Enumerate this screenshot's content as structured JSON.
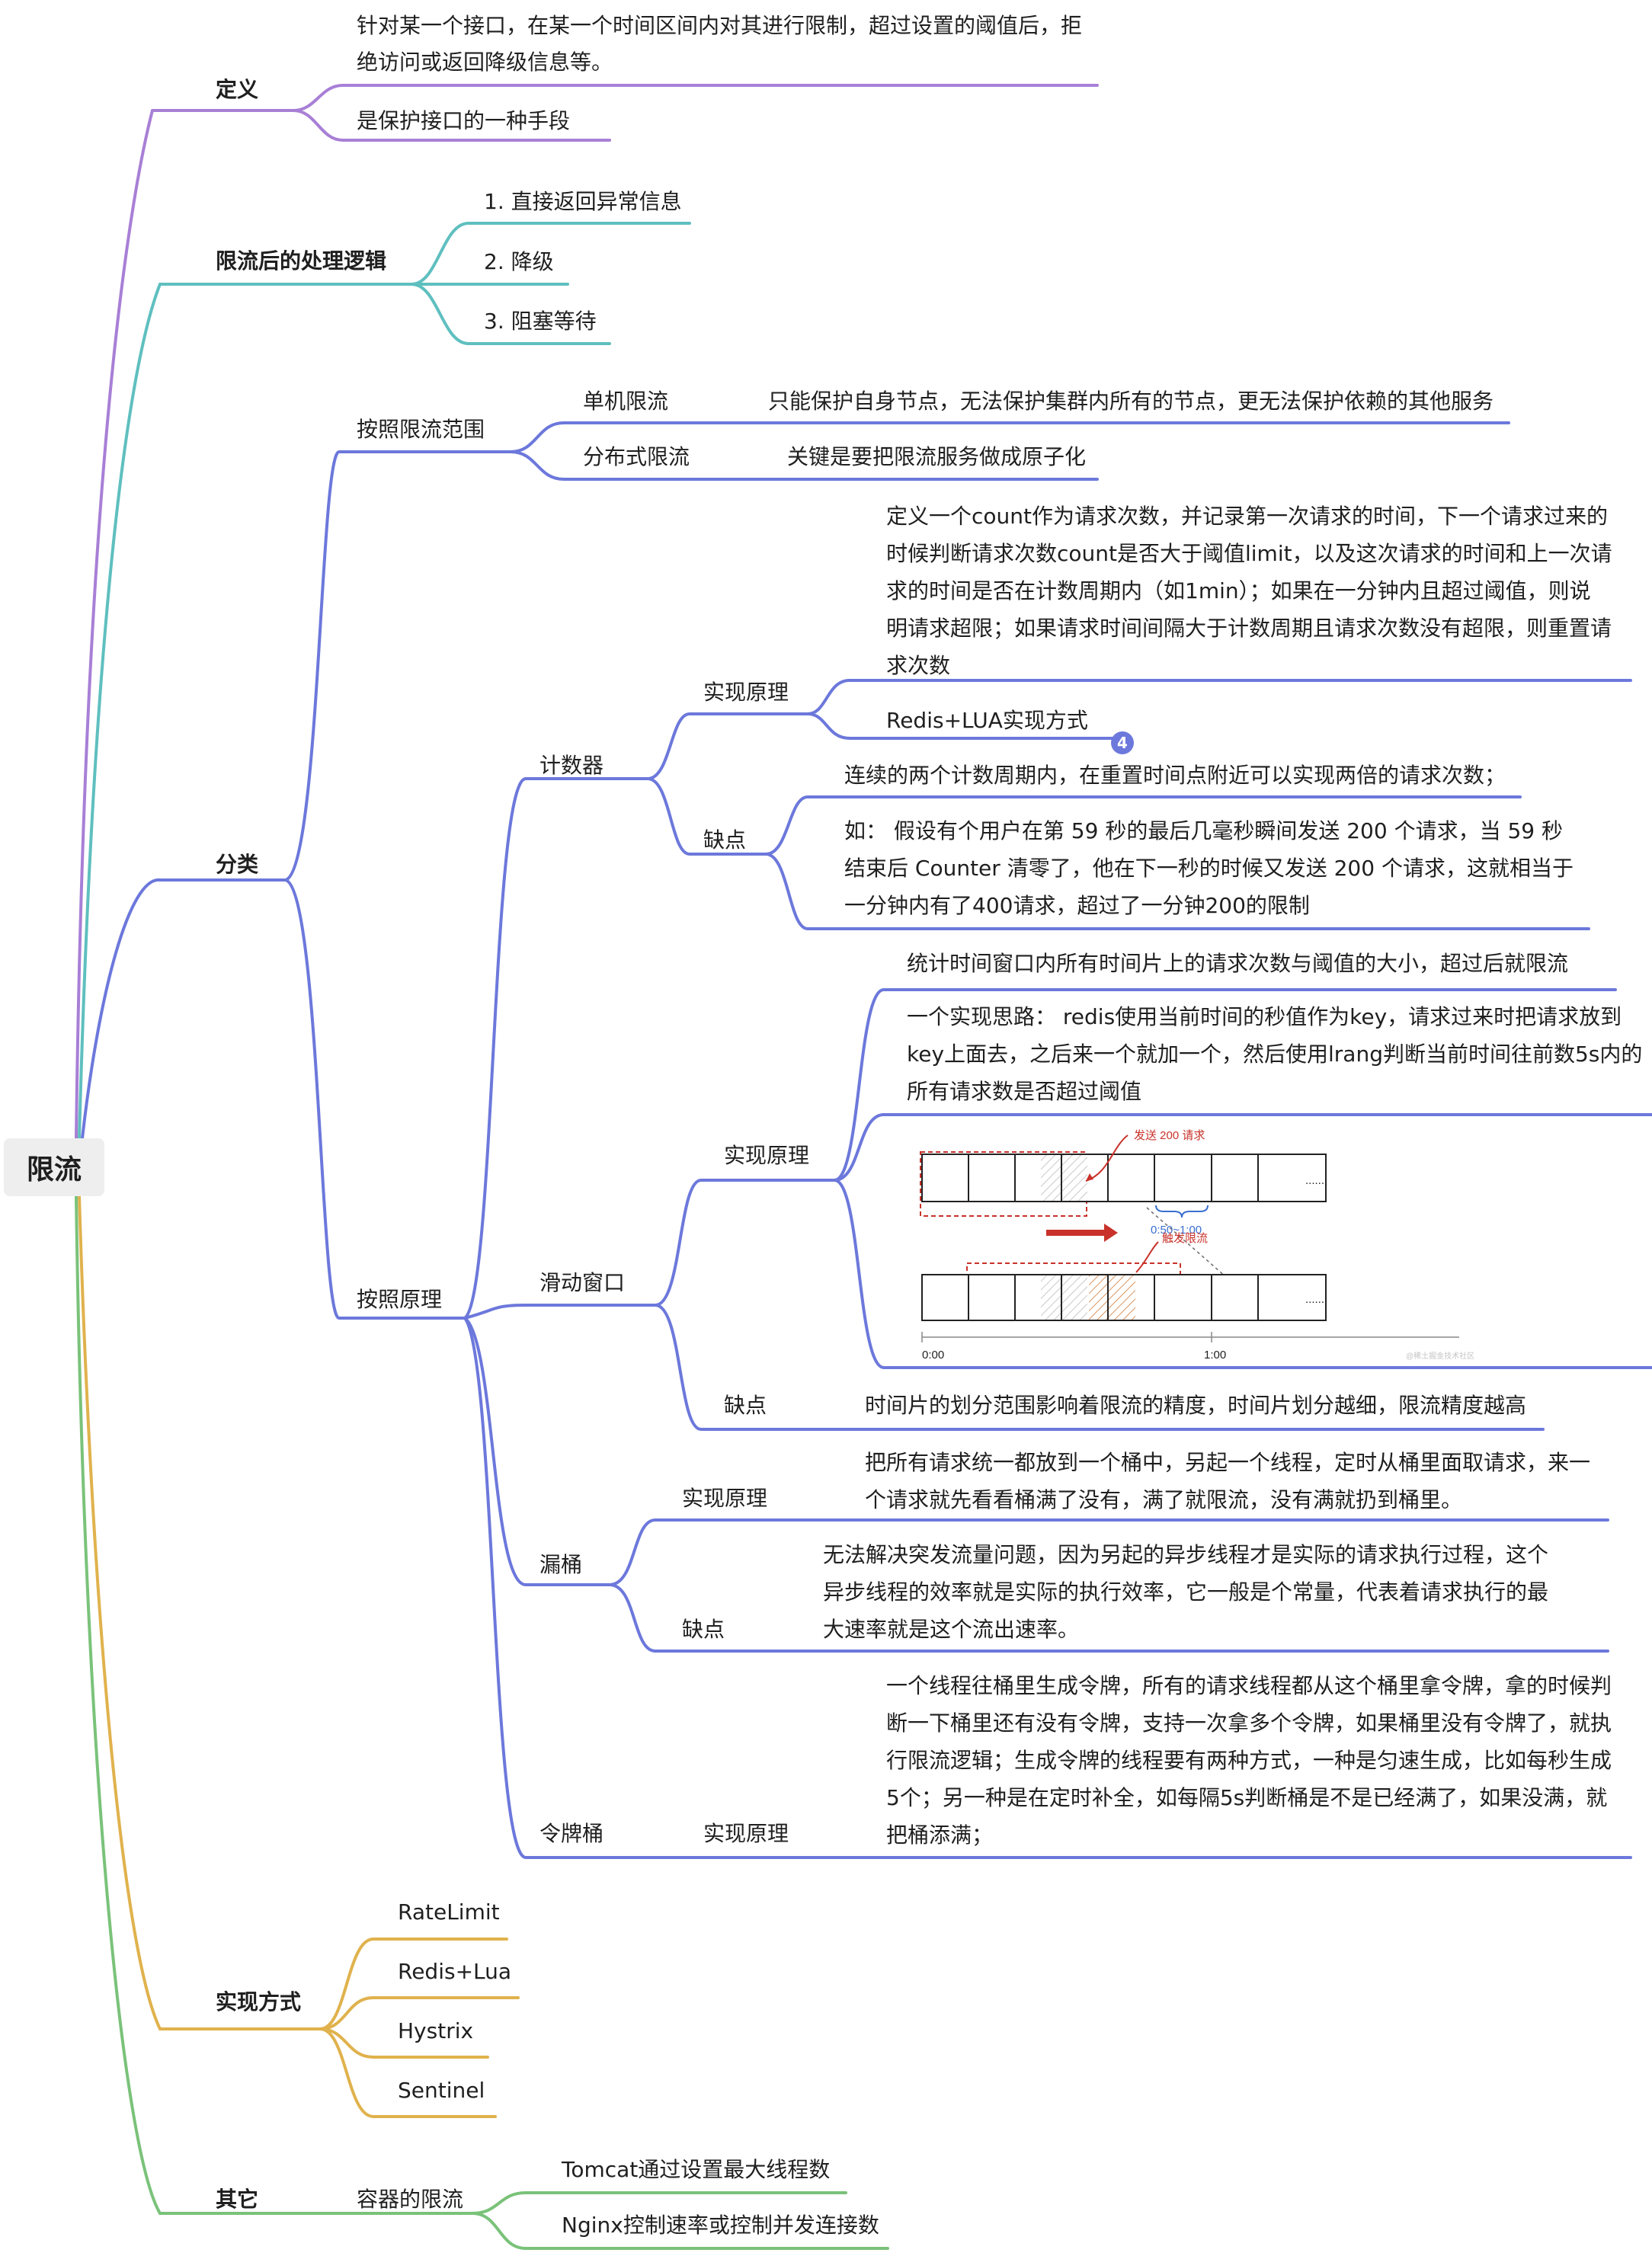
{
  "root": {
    "label": "限流"
  },
  "definition": {
    "label": "定义",
    "items": [
      "针对某一个接口，在某一个时间区间内对其进行限制，超过设置的阈值后，拒",
      "绝访问或返回降级信息等。",
      "是保护接口的一种手段"
    ]
  },
  "post_limit": {
    "label": "限流后的处理逻辑",
    "items": [
      "1. 直接返回异常信息",
      "2. 降级",
      "3. 阻塞等待"
    ]
  },
  "classification": {
    "label": "分类",
    "by_scope": {
      "label": "按照限流范围",
      "single": {
        "label": "单机限流",
        "desc": "只能保护自身节点，无法保护集群内所有的节点，更无法保护依赖的其他服务"
      },
      "distributed": {
        "label": "分布式限流",
        "desc": "关键是要把限流服务做成原子化"
      }
    },
    "by_principle": {
      "label": "按照原理",
      "counter": {
        "label": "计数器",
        "principle_label": "实现原理",
        "principle_lines": [
          "定义一个count作为请求次数，并记录第一次请求的时间，下一个请求过来的",
          "时候判断请求次数count是否大于阈值limit，以及这次请求的时间和上一次请",
          "求的时间是否在计数周期内（如1min）；如果在一分钟内且超过阈值，则说",
          "明请求超限；如果请求时间间隔大于计数周期且请求次数没有超限，则重置请",
          "求次数"
        ],
        "redis_lua": "Redis+LUA实现方式",
        "badge": "4",
        "drawback_label": "缺点",
        "drawback_1": "连续的两个计数周期内，在重置时间点附近可以实现两倍的请求次数；",
        "drawback_2_lines": [
          "如：  假设有个用户在第 59 秒的最后几毫秒瞬间发送 200 个请求，当 59 秒",
          "结束后 Counter 清零了，他在下一秒的时候又发送 200 个请求，这就相当于",
          "一分钟内有了400请求，超过了一分钟200的限制"
        ]
      },
      "sliding_window": {
        "label": "滑动窗口",
        "principle_label": "实现原理",
        "principle_1": "统计时间窗口内所有时间片上的请求次数与阈值的大小，超过后就限流",
        "principle_2_lines": [
          "一个实现思路：  redis使用当前时间的秒值作为key，请求过来时把请求放到",
          "key上面去，之后来一个就加一个，然后使用lrang判断当前时间往前数5s内的",
          "所有请求数是否超过阈值"
        ],
        "figure": {
          "send_label": "发送 200 请求",
          "range_label": "0:50~1:00",
          "trigger_label": "触发限流",
          "dots": "......",
          "t0": "0:00",
          "t1": "1:00",
          "watermark": "@稀土掘金技术社区"
        },
        "drawback_label": "缺点",
        "drawback": "时间片的划分范围影响着限流的精度，时间片划分越细，限流精度越高"
      },
      "leaky_bucket": {
        "label": "漏桶",
        "principle_label": "实现原理",
        "principle_lines": [
          "把所有请求统一都放到一个桶中，另起一个线程，定时从桶里面取请求，来一",
          "个请求就先看看桶满了没有，满了就限流，没有满就扔到桶里。"
        ],
        "drawback_label": "缺点",
        "drawback_lines": [
          "无法解决突发流量问题，因为另起的异步线程才是实际的请求执行过程，这个",
          "异步线程的效率就是实际的执行效率，它一般是个常量，代表着请求执行的最",
          "大速率就是这个流出速率。"
        ]
      },
      "token_bucket": {
        "label": "令牌桶",
        "principle_label": "实现原理",
        "principle_lines": [
          "一个线程往桶里生成令牌，所有的请求线程都从这个桶里拿令牌，拿的时候判",
          "断一下桶里还有没有令牌，支持一次拿多个令牌，如果桶里没有令牌了，就执",
          "行限流逻辑；生成令牌的线程要有两种方式，一种是匀速生成，比如每秒生成",
          "5个；另一种是在定时补全，如每隔5s判断桶是不是已经满了，如果没满，就",
          "把桶添满；"
        ]
      }
    }
  },
  "implementations": {
    "label": "实现方式",
    "items": [
      "RateLimit",
      "Redis+Lua",
      "Hystrix",
      "Sentinel"
    ]
  },
  "others": {
    "label": "其它",
    "container": {
      "label": "容器的限流",
      "items": [
        "Tomcat通过设置最大线程数",
        "Nginx控制速率或控制并发连接数"
      ]
    }
  },
  "colors": {
    "definition": "#a87fd6",
    "post_limit": "#5fbfbf",
    "classification": "#6c78db",
    "implementations": "#e0b24d",
    "others": "#7ac27a",
    "figure_red": "#c8322a"
  }
}
